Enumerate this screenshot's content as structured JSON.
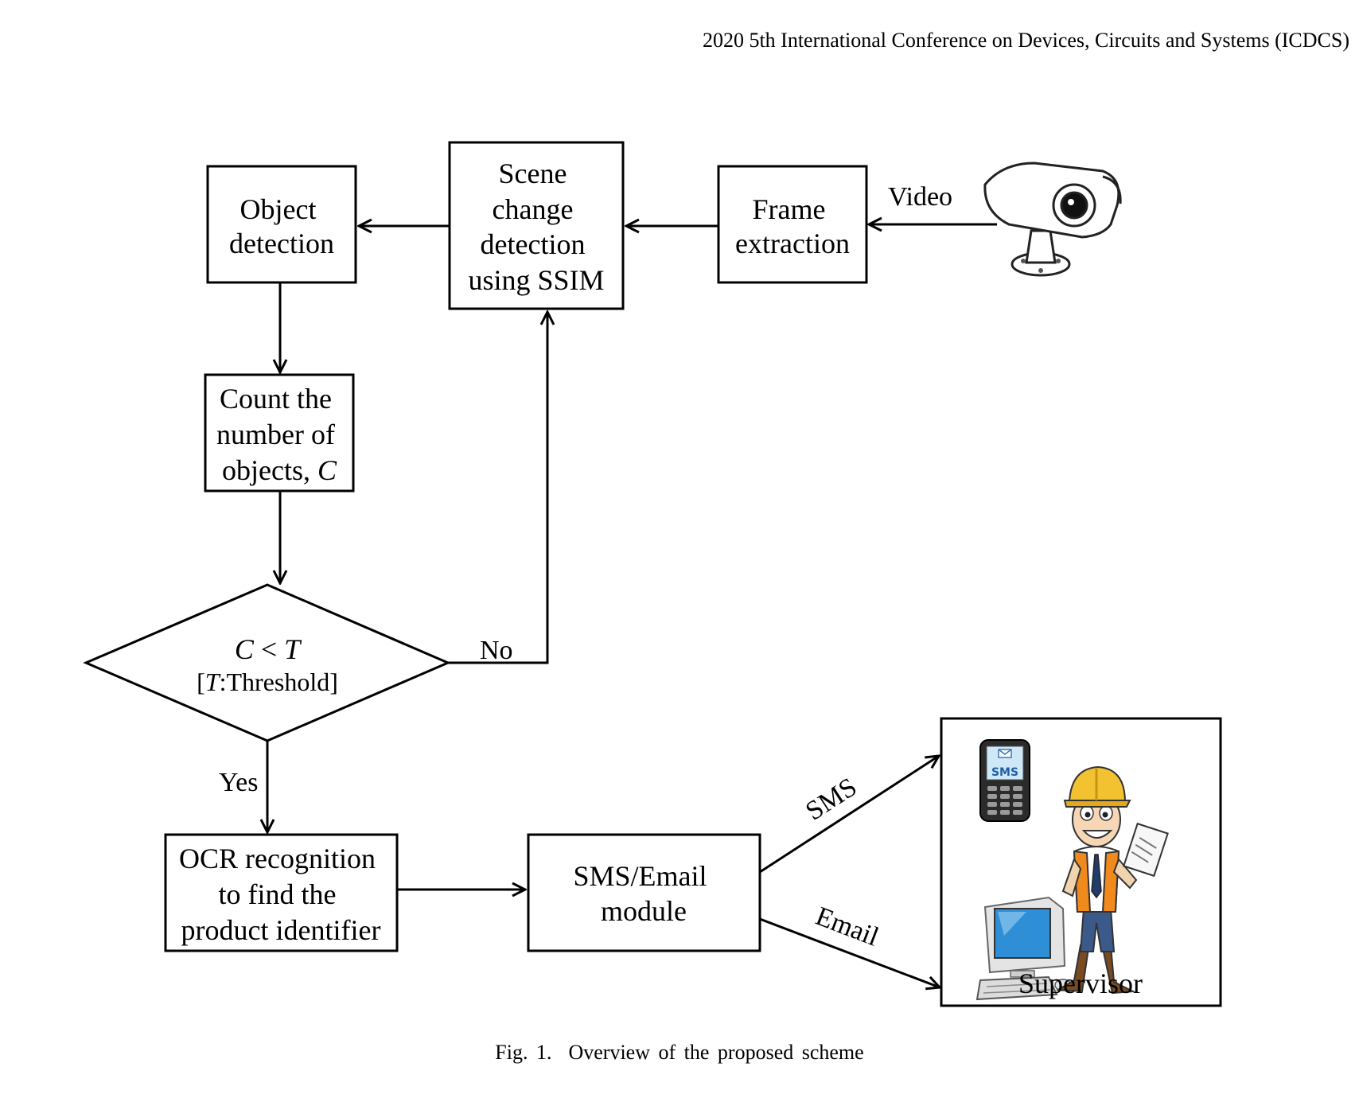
{
  "header": {
    "conference": "2020 5th International Conference on Devices, Circuits and Systems (ICDCS)"
  },
  "nodes": {
    "object_detection": [
      "Object",
      "detection"
    ],
    "scene_change": [
      "Scene",
      "change",
      "detection",
      "using SSIM"
    ],
    "frame_extraction": [
      "Frame",
      "extraction"
    ],
    "count_objects": {
      "line1": "Count the",
      "line2": "number of",
      "line3_prefix": "objects, ",
      "line3_var": "C"
    },
    "decision": {
      "left": "C",
      "op": " < ",
      "right": "T",
      "note_open": "[",
      "note_var": "T",
      "note_rest": ":Threshold]"
    },
    "ocr": [
      "OCR recognition",
      "to find the",
      "product identifier"
    ],
    "sms_email_module": [
      "SMS/Email",
      "module"
    ],
    "supervisor_label": "Supervisor",
    "phone_screen_text": "SMS"
  },
  "edges": {
    "video": "Video",
    "no": "No",
    "yes": "Yes",
    "sms": "SMS",
    "email": "Email"
  },
  "caption": {
    "fig_label": "Fig. 1.",
    "text": "Overview of the proposed scheme"
  },
  "icons": [
    "cctv-camera-icon",
    "mobile-phone-icon",
    "desktop-computer-icon",
    "supervisor-worker-icon"
  ],
  "colors": {
    "stroke": "#000000",
    "screen_blue": "#2f8fd6",
    "helmet_yellow": "#f2c230",
    "vest_orange": "#f08a1c"
  }
}
